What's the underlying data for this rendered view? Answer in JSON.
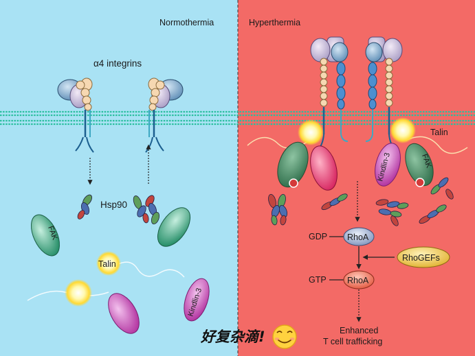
{
  "panels": {
    "left_title": "Normothermia",
    "right_title": "Hyperthermia"
  },
  "labels": {
    "integrins": "α4 integrins",
    "hsp90": "Hsp90",
    "fak": "FAK",
    "talin": "Talin",
    "kindlin3": "Kindlin-3",
    "gdp": "GDP",
    "gtp": "GTP",
    "rhoa": "RhoA",
    "rhogefs": "RhoGEFs",
    "outcome_line1": "Enhanced",
    "outcome_line2": "T cell trafficking"
  },
  "caption": {
    "text": "好复杂滴!",
    "emoji": "☺"
  },
  "colors": {
    "normothermia_bg": "#a9e2f4",
    "hyperthermia_bg": "#f36a66",
    "membrane": "#33c2a4",
    "talin_glow": "#fff27a",
    "rhoa": "#8aa2c8",
    "rhoa_gtp": "#f0705a",
    "rhogefs": "#f2cf55"
  }
}
